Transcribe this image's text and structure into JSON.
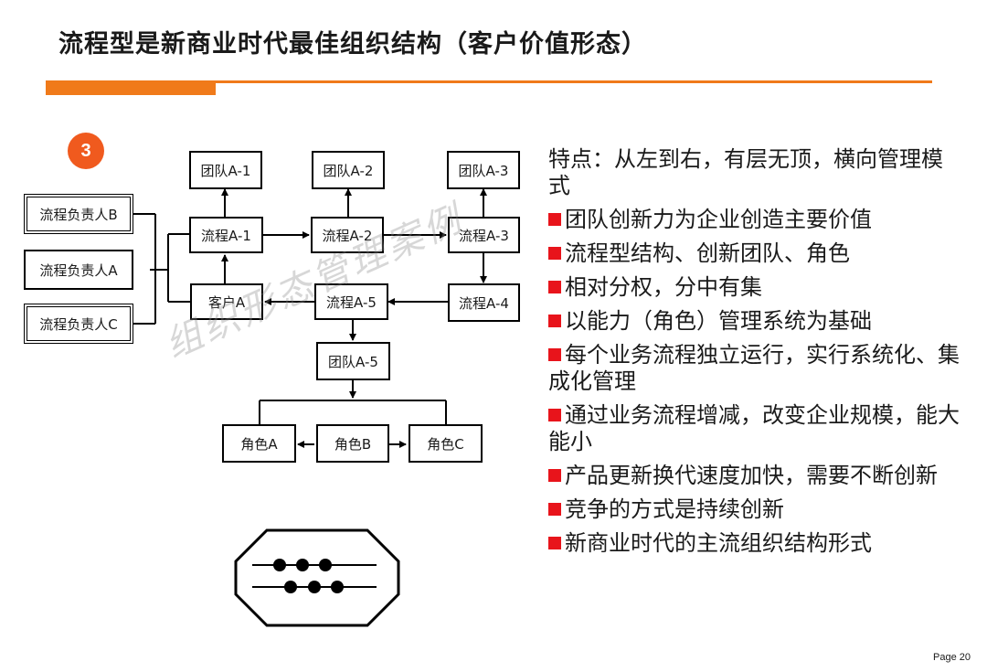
{
  "title": "流程型是新商业时代最佳组织结构（客户价值形态）",
  "colors": {
    "accent": "#f07a1a",
    "bullet": "#e8141b",
    "badge": "#f05a1e"
  },
  "badge": "3",
  "diagram": {
    "owners": [
      "流程负责人B",
      "流程负责人A",
      "流程负责人C"
    ],
    "teams_top": [
      "团队A-1",
      "团队A-2",
      "团队A-3"
    ],
    "processes_top": [
      "流程A-1",
      "流程A-2",
      "流程A-3"
    ],
    "customer": "客户A",
    "process_a5": "流程A-5",
    "process_a4": "流程A-4",
    "team_a5": "团队A-5",
    "roles": [
      "角色A",
      "角色B",
      "角色C"
    ]
  },
  "watermark": "组织形态管理案例",
  "points": {
    "intro": "特点：从左到右，有层无顶，横向管理模式",
    "items": [
      "团队创新力为企业创造主要价值",
      "流程型结构、创新团队、角色",
      "相对分权，分中有集",
      "以能力（角色）管理系统为基础",
      "每个业务流程独立运行，实行系统化、集成化管理",
      "通过业务流程增减，改变企业规模，能大能小",
      "产品更新换代速度加快，需要不断创新",
      "竞争的方式是持续创新",
      "新商业时代的主流组织结构形式"
    ]
  },
  "page": "Page 20"
}
